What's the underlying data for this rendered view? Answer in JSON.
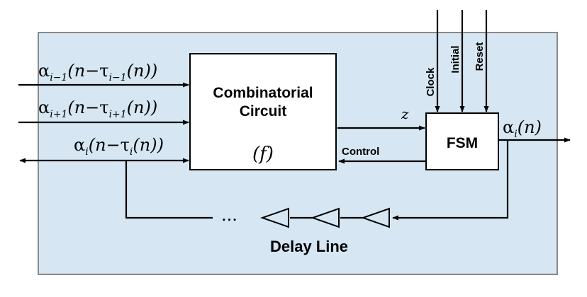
{
  "colors": {
    "panel_fill": "#d6e7f3",
    "panel_stroke": "#8a8a8a",
    "block_fill": "#ffffff",
    "line": "#000000"
  },
  "blocks": {
    "combinatorial": {
      "title_line1": "Combinatorial",
      "title_line2": "Circuit",
      "function": "(f)"
    },
    "fsm": {
      "title": "FSM"
    }
  },
  "top_inputs": [
    "Clock",
    "Initial",
    "Reset"
  ],
  "signals": {
    "z": "z",
    "control": "Control",
    "ellipsis": "..."
  },
  "inputs": {
    "prev": {
      "alpha": "α",
      "sub": "i−1",
      "tau": "τ",
      "tau_sub": "i−1",
      "pre": "(n−",
      "post": "(n))"
    },
    "next": {
      "alpha": "α",
      "sub": "i+1",
      "tau": "τ",
      "tau_sub": "i+1",
      "pre": "(n−",
      "post": "(n))"
    },
    "self": {
      "alpha": "α",
      "sub": "i",
      "tau": "τ",
      "tau_sub": "i",
      "pre": "(n−",
      "post": "(n))"
    }
  },
  "output": {
    "alpha": "α",
    "sub": "i",
    "arg": "(n)"
  },
  "delay_line_label": "Delay Line"
}
